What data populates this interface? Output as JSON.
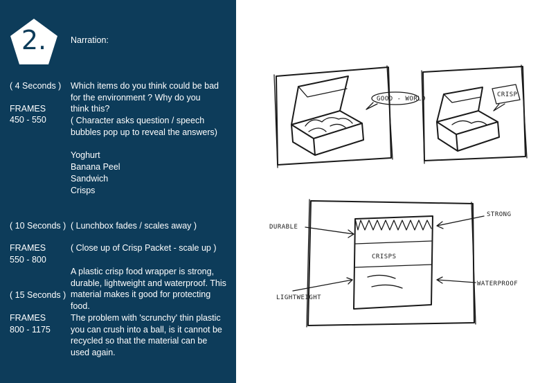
{
  "scene": {
    "number": "2.",
    "narration_label": "Narration:"
  },
  "segment1": {
    "duration": "( 4 Seconds )",
    "frames_label": "FRAMES",
    "frames_range": "450 - 550",
    "question": "Which items do you think could be bad for the environment ? Why do you think this?",
    "direction": "( Character asks question / speech bubbles pop up to reveal the answers)",
    "items": [
      "Yoghurt",
      "Banana Peel",
      "Sandwich",
      "Crisps"
    ]
  },
  "segment2": {
    "duration": "( 10 Seconds )",
    "frames_label": "FRAMES",
    "frames_range": "550 - 800",
    "direction1": "( Lunchbox fades / scales away )",
    "direction2": "( Close up of Crisp Packet - scale up )",
    "narration": "A plastic crisp food wrapper is strong, durable, lightweight and waterproof. This material makes it good for protecting food."
  },
  "segment3": {
    "duration": "( 15 Seconds )",
    "frames_label": "FRAMES",
    "frames_range": "800 - 1175",
    "narration": "The problem with 'scrunchy' thin plastic you can crush into a ball, is it cannot be recycled so that the material can be used again."
  },
  "sketches": {
    "bubble1": "GOOD - WORLD",
    "bubble2": "CRISP",
    "packet_text": "CRISPS",
    "labels": {
      "durable": "DURABLE",
      "strong": "STRONG",
      "lightweight": "LIGHTWEIGHT",
      "waterproof": "WATERPROOF"
    }
  }
}
